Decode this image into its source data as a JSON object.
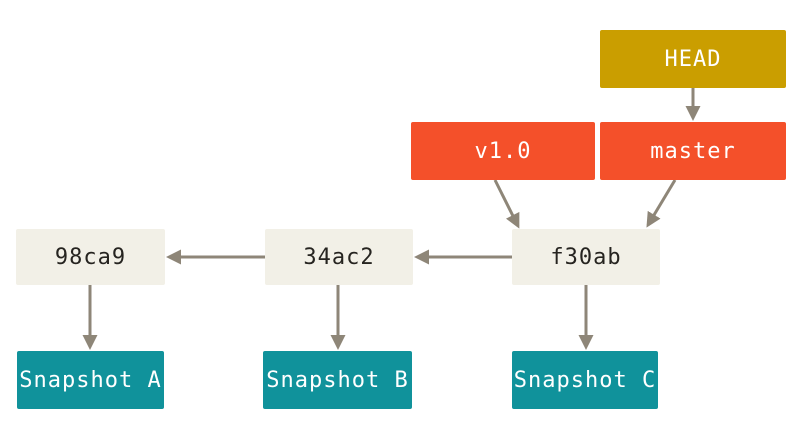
{
  "diagram": {
    "nodes": {
      "head": {
        "label": "HEAD"
      },
      "refs": [
        {
          "label": "v1.0"
        },
        {
          "label": "master"
        }
      ],
      "commits": [
        {
          "label": "98ca9"
        },
        {
          "label": "34ac2"
        },
        {
          "label": "f30ab"
        }
      ],
      "snapshots": [
        {
          "label": "Snapshot A"
        },
        {
          "label": "Snapshot B"
        },
        {
          "label": "Snapshot C"
        }
      ]
    },
    "edges": [
      {
        "from": "HEAD",
        "to": "master"
      },
      {
        "from": "master",
        "to": "f30ab"
      },
      {
        "from": "v1.0",
        "to": "f30ab"
      },
      {
        "from": "f30ab",
        "to": "34ac2"
      },
      {
        "from": "34ac2",
        "to": "98ca9"
      },
      {
        "from": "98ca9",
        "to": "Snapshot A"
      },
      {
        "from": "34ac2",
        "to": "Snapshot B"
      },
      {
        "from": "f30ab",
        "to": "Snapshot C"
      }
    ],
    "colors": {
      "head-bg": "#CA9E00",
      "ref-bg": "#F4502A",
      "commit-bg": "#F2F0E7",
      "snapshot-bg": "#10929B",
      "arrow": "#8E8678",
      "text-dark": "#262420",
      "text-light": "#FFFFFF",
      "background": "#FFFFFF"
    }
  }
}
